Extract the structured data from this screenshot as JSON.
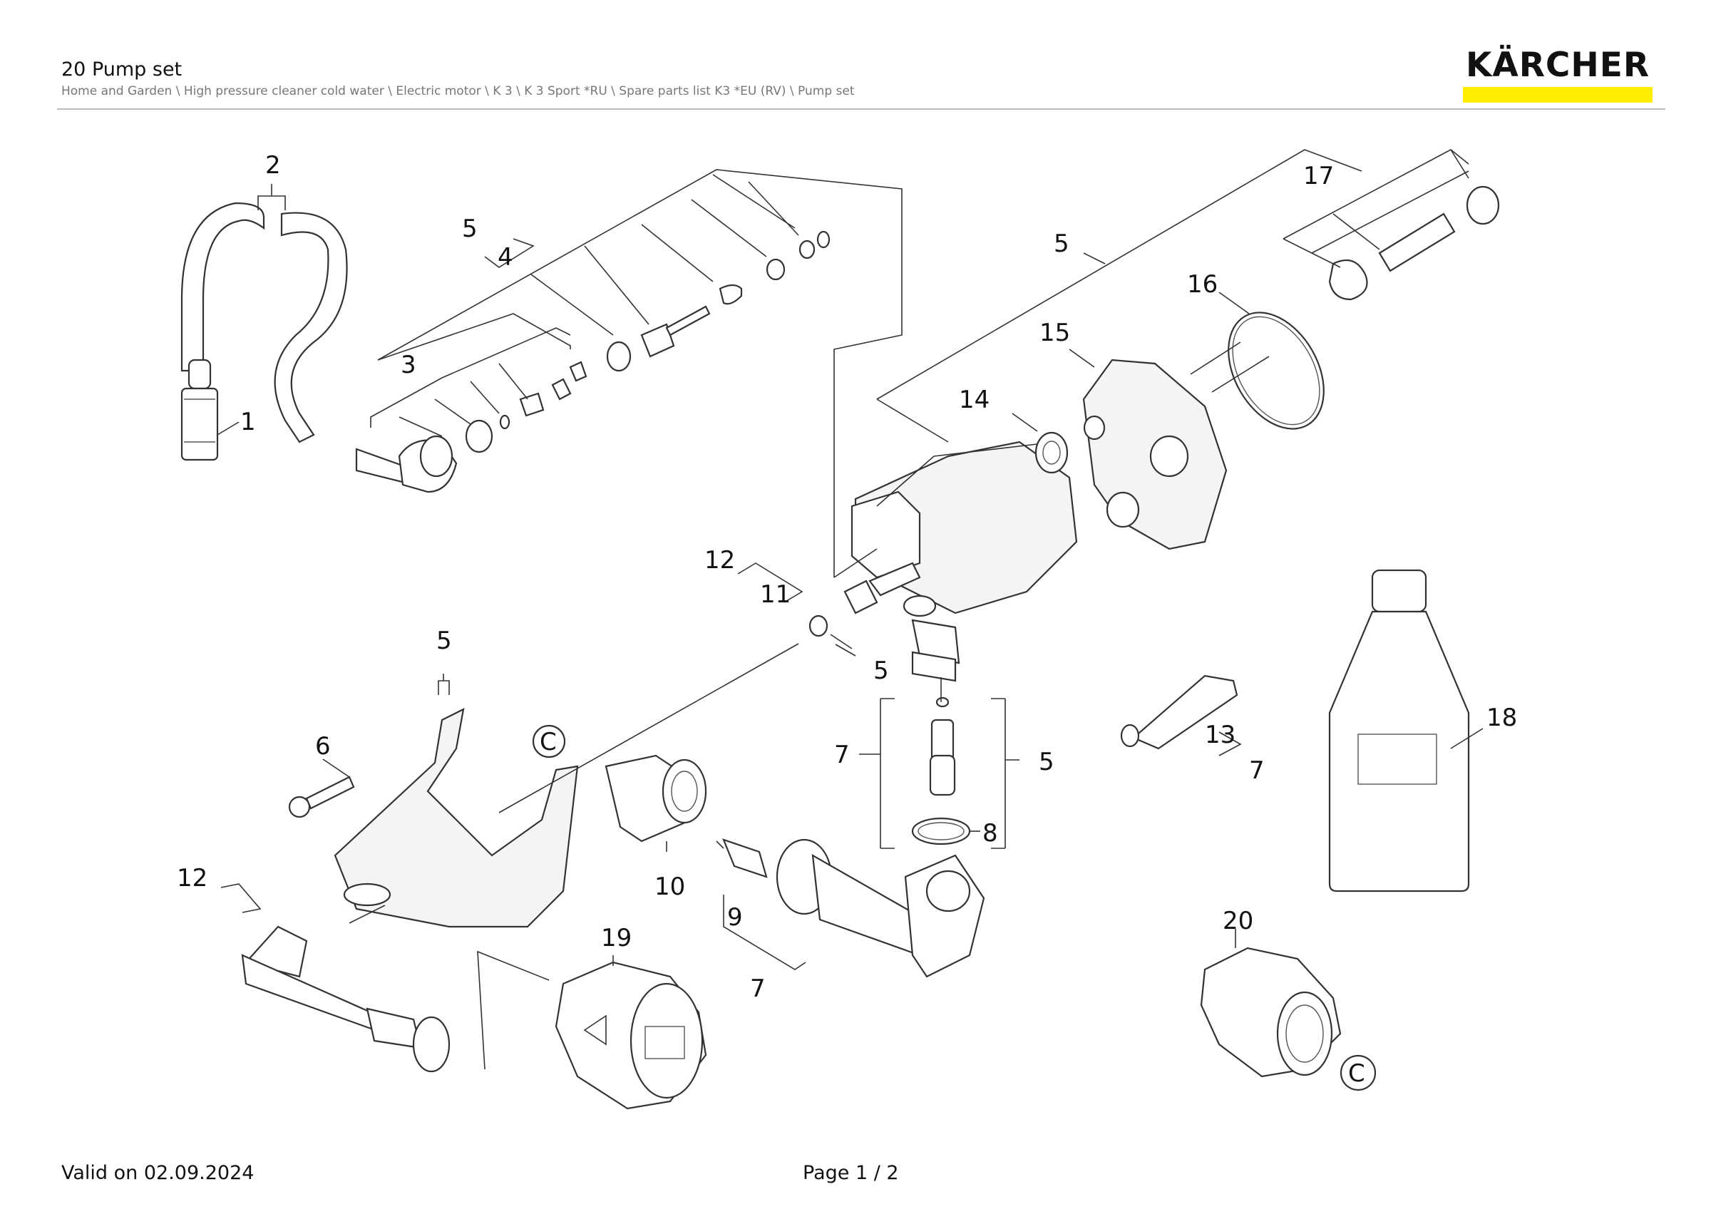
{
  "header": {
    "title": "20 Pump set",
    "breadcrumb": "Home and Garden \\ High pressure cleaner cold water \\ Electric motor \\ K 3 \\ K 3 Sport *RU \\ Spare parts list K3 *EU (RV) \\ Pump set"
  },
  "logo": {
    "text": "KÄRCHER",
    "bar_color": "#ffed00"
  },
  "callouts": [
    {
      "id": "c-2",
      "text": "2"
    },
    {
      "id": "c-1",
      "text": "1"
    },
    {
      "id": "c-5a",
      "text": "5"
    },
    {
      "id": "c-4",
      "text": "4"
    },
    {
      "id": "c-3",
      "text": "3"
    },
    {
      "id": "c-5b",
      "text": "5"
    },
    {
      "id": "c-17",
      "text": "17"
    },
    {
      "id": "c-16",
      "text": "16"
    },
    {
      "id": "c-15",
      "text": "15"
    },
    {
      "id": "c-14",
      "text": "14"
    },
    {
      "id": "c-12a",
      "text": "12"
    },
    {
      "id": "c-11",
      "text": "11"
    },
    {
      "id": "c-5c",
      "text": "5"
    },
    {
      "id": "c-5d",
      "text": "5"
    },
    {
      "id": "c-6",
      "text": "6"
    },
    {
      "id": "c-7a",
      "text": "7"
    },
    {
      "id": "c-5e",
      "text": "5"
    },
    {
      "id": "c-8",
      "text": "8"
    },
    {
      "id": "c-13",
      "text": "13"
    },
    {
      "id": "c-7b",
      "text": "7"
    },
    {
      "id": "c-18",
      "text": "18"
    },
    {
      "id": "c-12b",
      "text": "12"
    },
    {
      "id": "c-10",
      "text": "10"
    },
    {
      "id": "c-9",
      "text": "9"
    },
    {
      "id": "c-19",
      "text": "19"
    },
    {
      "id": "c-7c",
      "text": "7"
    },
    {
      "id": "c-20",
      "text": "20"
    }
  ],
  "footer": {
    "valid": "Valid on 02.09.2024",
    "page": "Page 1 / 2"
  }
}
